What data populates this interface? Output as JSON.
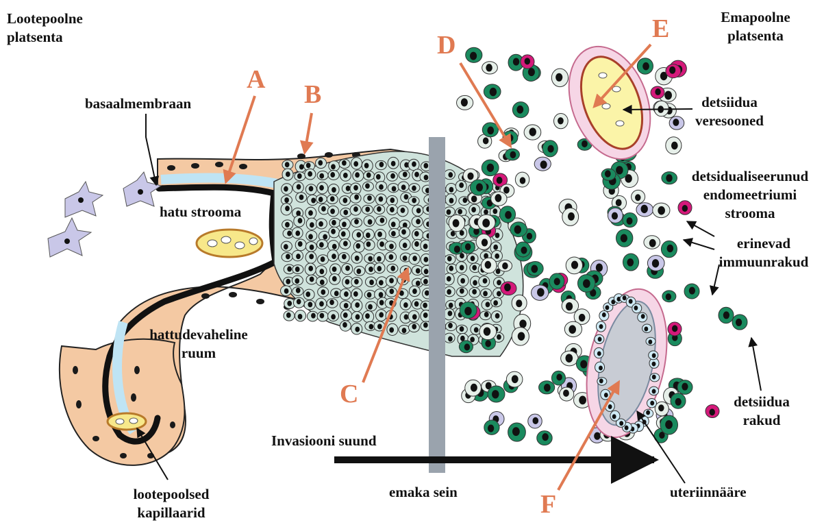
{
  "labels": {
    "fetal_placenta": [
      "Lootepoolne",
      "platsenta"
    ],
    "maternal_placenta": [
      "Emapoolne",
      "platsenta"
    ],
    "basement_membrane": "basaalmembraan",
    "villus_stroma": "hatu strooma",
    "intervillous_space": [
      "hattudevaheline",
      "ruum"
    ],
    "fetal_capillaries": [
      "lootepoolsed",
      "kapillaarid"
    ],
    "invasion_direction": "Invasiooni suund",
    "uterine_wall": "emaka sein",
    "uterine_gland": "uteriinnääre",
    "decidual_vessels": [
      "detsiidua",
      "veresooned"
    ],
    "decidualized_stroma": [
      "detsidualiseerunud",
      "endomeetriumi",
      "strooma"
    ],
    "immune_cells": [
      "erinevad",
      "immuunrakud"
    ],
    "decidual_cells": [
      "detsiidua",
      "rakud"
    ]
  },
  "letters": [
    "A",
    "B",
    "C",
    "D",
    "E",
    "F"
  ],
  "colors": {
    "letter_arrow": "#e07a52",
    "trophoblast": "#cfe3dc",
    "decidual_cell": "#1a8a5e",
    "immune_cell": "#d4197a",
    "stroma_cell": "#c9c7e8",
    "villus_tissue": "#f4c9a3",
    "cytotrophoblast_layer": "#bfe4f4",
    "capillary": "#f7e88a",
    "uterine_wall_bar": "#9aa3ad",
    "invasion_arrow": "#111111"
  }
}
